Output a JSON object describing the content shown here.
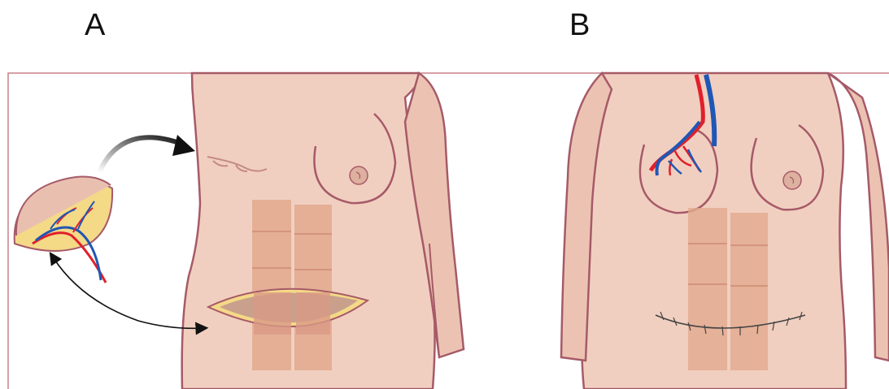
{
  "panels": [
    {
      "label": "A"
    },
    {
      "label": "B"
    }
  ],
  "colors": {
    "skin": "#f1cfc0",
    "skin_shadow": "#e7b9a6",
    "outline": "#a65a68",
    "muscle": "#e2a98d",
    "fat": "#f4d987",
    "artery": "#e0202b",
    "vein": "#1f57b5",
    "arrow": "#111111",
    "frame": "#c98088"
  },
  "icons": {
    "flap": "abdominal-tissue-flap",
    "transfer_arrow": "curved-arrow",
    "donor_arrow": "double-headed-arrow",
    "vessels": "artery-and-vein"
  }
}
